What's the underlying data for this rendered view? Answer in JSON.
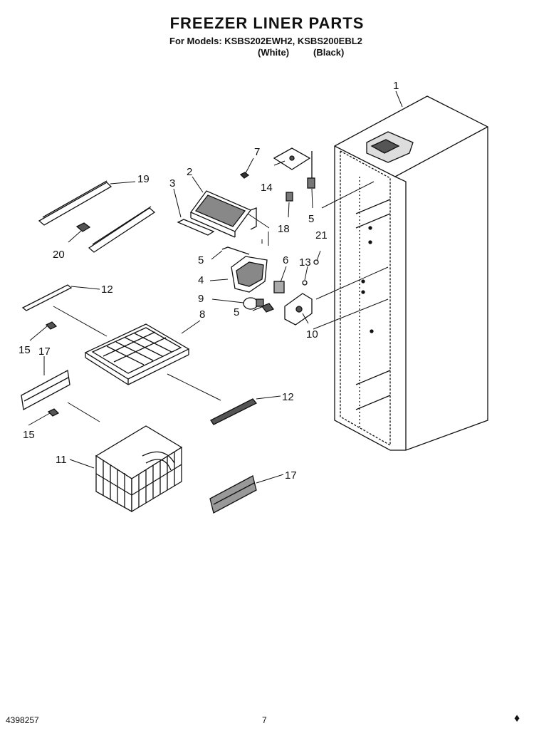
{
  "header": {
    "title": "FREEZER LINER PARTS",
    "models_line": "For Models: KSBS202EWH2, KSBS200EBL2",
    "variant_white": "(White)",
    "variant_black": "(Black)"
  },
  "callouts": [
    "1",
    "2",
    "3",
    "4",
    "5",
    "5",
    "5",
    "6",
    "7",
    "8",
    "9",
    "10",
    "11",
    "12",
    "12",
    "13",
    "14",
    "15",
    "15",
    "17",
    "17",
    "18",
    "19",
    "20",
    "21"
  ],
  "footer": {
    "part_number": "4398257",
    "page": "7",
    "mark": "♦"
  }
}
